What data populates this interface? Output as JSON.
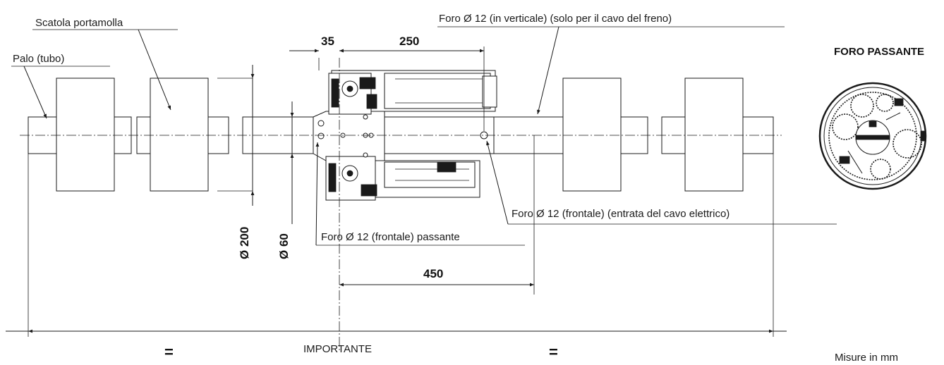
{
  "labels": {
    "spring_box": "Scatola portamolla",
    "pole": "Palo (tubo)",
    "hole_vertical": "Foro Ø 12 (in verticale) (solo per il cavo del freno)",
    "hole_front_cable": "Foro Ø 12 (frontale) (entrata del cavo elettrico)",
    "hole_front_through": "Foro Ø 12 (frontale) passante",
    "through_hole_title": "FORO PASSANTE",
    "important": "IMPORTANTE",
    "units": "Misure in mm"
  },
  "dimensions": {
    "d35": "35",
    "d250": "250",
    "d450": "450",
    "dia200": "Ø 200",
    "dia60": "Ø 60",
    "equal_left": "=",
    "equal_right": "="
  }
}
